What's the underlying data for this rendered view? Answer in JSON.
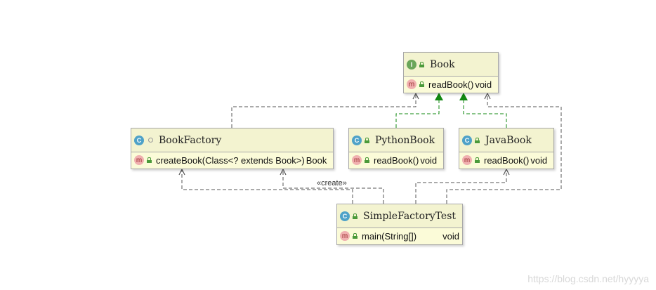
{
  "classes": {
    "book": {
      "name": "Book",
      "kind": "I",
      "method": "readBook()",
      "return_type": "void"
    },
    "book_factory": {
      "name": "BookFactory",
      "kind": "C",
      "method": "createBook(Class<? extends Book>)",
      "return_type": "Book"
    },
    "python_book": {
      "name": "PythonBook",
      "kind": "C",
      "method": "readBook()",
      "return_type": "void"
    },
    "java_book": {
      "name": "JavaBook",
      "kind": "C",
      "method": "readBook()",
      "return_type": "void"
    },
    "simple_factory_test": {
      "name": "SimpleFactoryTest",
      "kind": "C",
      "method": "main(String[])",
      "return_type": "void"
    }
  },
  "member_icon": "m",
  "relations": {
    "create_label": "«create»",
    "implements_color": "#118811",
    "dependency_color": "#555555"
  },
  "watermark": "https://blog.csdn.net/hyyyya"
}
